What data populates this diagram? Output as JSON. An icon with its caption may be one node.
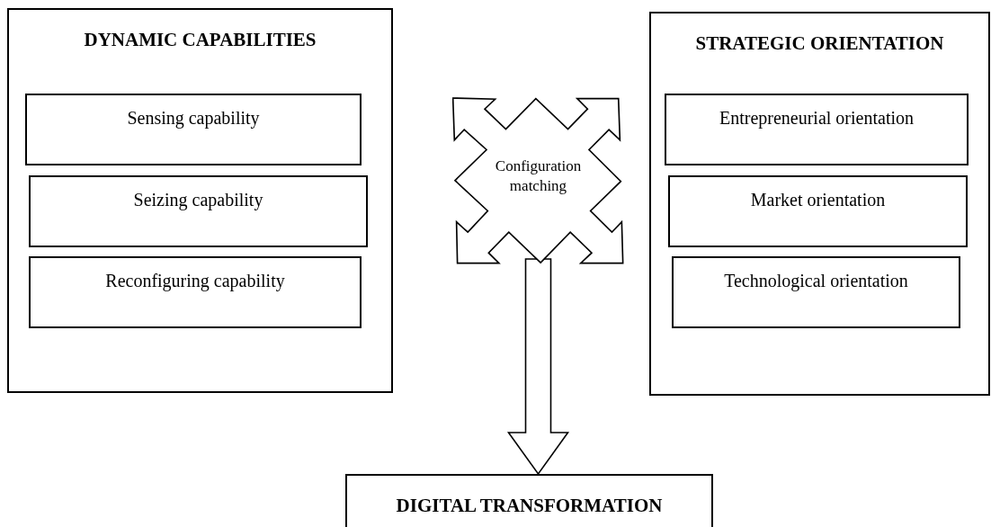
{
  "diagram": {
    "nodes": [
      {
        "text": [
          "DYNAMIC CAPABILITIES"
        ]
      },
      {
        "text": [
          "Sensing capability"
        ],
        "in": 0
      },
      {
        "text": [
          "Seizing capability"
        ],
        "in": 0
      },
      {
        "text": [
          "Reconfiguring capability"
        ],
        "in": 0
      },
      {
        "text": [
          "STRATEGIC ORIENTATION"
        ]
      },
      {
        "text": [
          "Entrepreneurial orientation"
        ],
        "in": 4
      },
      {
        "text": [
          "Market orientation"
        ],
        "in": 4
      },
      {
        "text": [
          "Technological orientation"
        ],
        "in": 4
      },
      {
        "text": [
          "Configuration matching"
        ]
      },
      {
        "text": [
          "DIGITAL TRANSFORMATION"
        ]
      }
    ],
    "edges": [
      {
        "from": 8,
        "to": 9,
        "arrow": "to",
        "style": "thick"
      }
    ]
  }
}
